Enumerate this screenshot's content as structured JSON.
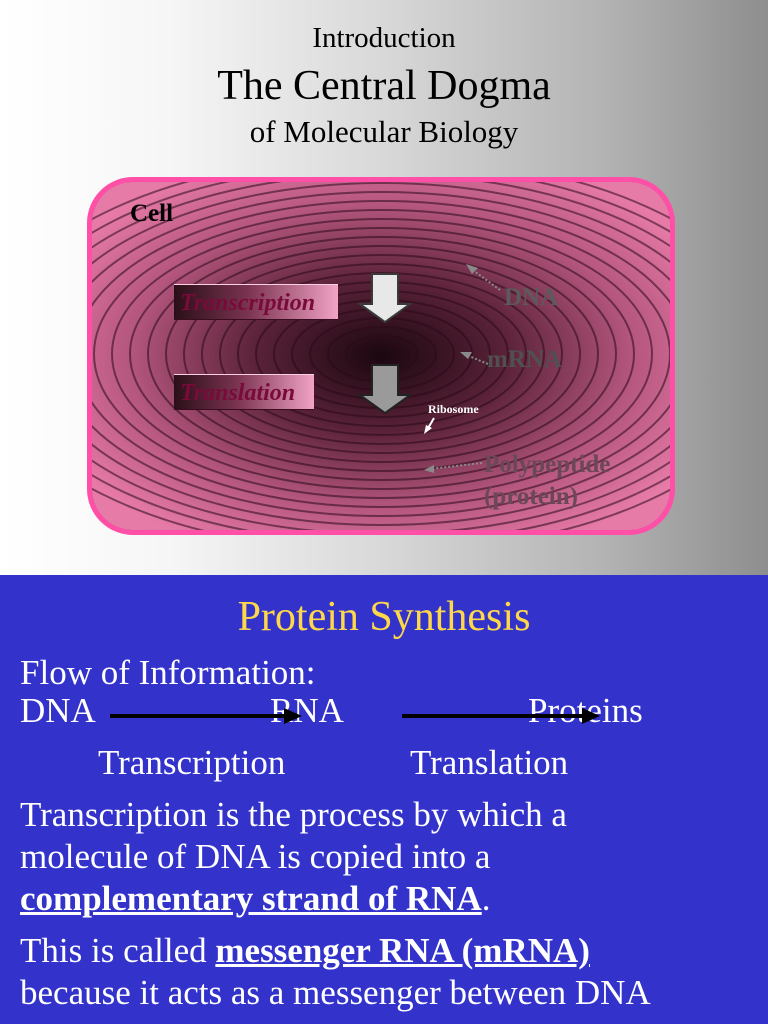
{
  "slide1": {
    "intro": "Introduction",
    "title": "The Central Dogma",
    "subtitle": "of Molecular Biology",
    "cell_label": "Cell",
    "transcription_label": "Transcription",
    "translation_label": "Translation",
    "dna_label": "DNA",
    "mrna_label": "mRNA",
    "ribosome_label": "Ribosome",
    "polypeptide_label": "Polypeptide",
    "protein_label": "(protein)",
    "colors": {
      "cell_border": "#ff4fa7",
      "cell_fill": "#8e3a5c"
    }
  },
  "slide2": {
    "title": "Protein Synthesis",
    "flow_heading": "Flow of Information:",
    "flow_dna": "DNA",
    "flow_rna": "RNA",
    "flow_proteins": "Proteins",
    "flow_transcription": "Transcription",
    "flow_translation": "Translation",
    "para1_line1": "Transcription is the process by which a",
    "para1_line2": "molecule of DNA is copied into a",
    "para1_bold": "complementary strand of RNA",
    "para1_end": ".",
    "para2_start": "This is called ",
    "para2_bold": "messenger RNA (mRNA)",
    "para2_line2": "because it acts as a messenger between DNA",
    "colors": {
      "background": "#3333cc",
      "title": "#ffd84a",
      "text": "#ffffff"
    }
  }
}
